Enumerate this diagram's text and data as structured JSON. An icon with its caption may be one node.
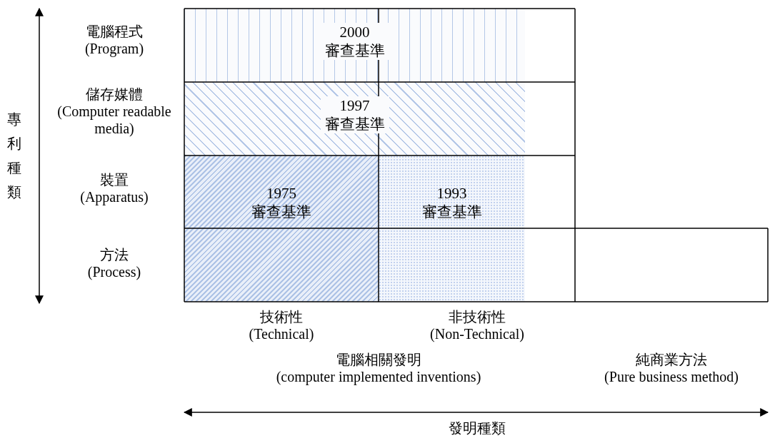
{
  "diagram": {
    "nodes": [
      {
        "text": [
          "2000 審查基準"
        ]
      },
      {
        "text": [
          "1997 審查基準"
        ]
      },
      {
        "text": [
          "1975 審查基準"
        ]
      },
      {
        "text": [
          "1993 審查基準"
        ]
      }
    ],
    "labels": [
      "專利種類",
      "電腦程式 (Program)",
      "儲存媒體 (Computer readable media)",
      "裝置 (Apparatus)",
      "方法 (Process)",
      "技術性 (Technical)",
      "非技術性 (Non-Technical)",
      "電腦相關發明 (computer implemented inventions)",
      "純商業方法 (Pure business method)",
      "發明種類"
    ]
  }
}
